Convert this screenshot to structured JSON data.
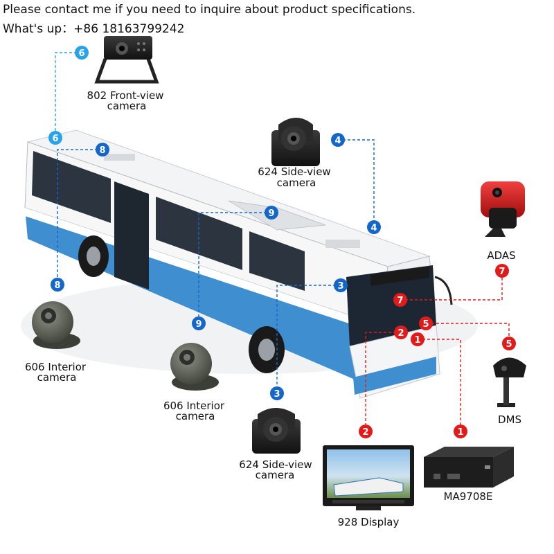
{
  "header": {
    "line1": "Please contact me if you need to inquire about product specifications.",
    "line2": "What's up：+86 18163799242"
  },
  "colors": {
    "blue_badge": "#1466c8",
    "cyan_badge": "#29a3e8",
    "red_badge": "#e11a1a",
    "bus_blue": "#3f8fd0"
  },
  "labels": {
    "front_camera": [
      "802 Front-view",
      "camera"
    ],
    "side_camera_top": [
      "624 Side-view",
      "camera"
    ],
    "adas": "ADAS",
    "interior_camera_left": [
      "606 Interior",
      "camera"
    ],
    "interior_camera_mid": [
      "606 Interior",
      "camera"
    ],
    "side_camera_bottom": [
      "624 Side-view",
      "camera"
    ],
    "dms": "DMS",
    "display": "928 Display",
    "dvr": "MA9708E"
  },
  "badges": {
    "n1": "1",
    "n2": "2",
    "n3": "3",
    "n4": "4",
    "n5": "5",
    "n6": "6",
    "n7": "7",
    "n8": "8",
    "n9": "9"
  }
}
